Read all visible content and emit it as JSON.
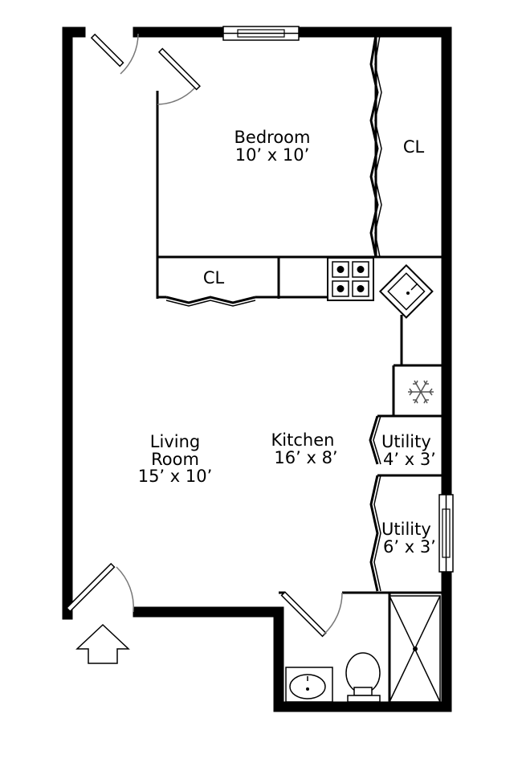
{
  "rooms": {
    "bedroom": {
      "name": "Bedroom",
      "dims": "10’ x 10’"
    },
    "bedroom_closet": {
      "name": "CL"
    },
    "hall_closet": {
      "name": "CL"
    },
    "living_room": {
      "name_line1": "Living",
      "name_line2": "Room",
      "dims": "15’ x 10’"
    },
    "kitchen": {
      "name": "Kitchen",
      "dims": "16’ x 8’"
    },
    "utility_upper": {
      "name": "Utility",
      "dims": "4’ x 3’"
    },
    "utility_lower": {
      "name": "Utility",
      "dims": "6’ x 3’"
    }
  },
  "icons": [
    "entry-arrow-icon",
    "stove-icon",
    "sink-icon",
    "refrigerator-snowflake-icon",
    "toilet-icon",
    "bathroom-sink-icon",
    "shower-icon"
  ]
}
